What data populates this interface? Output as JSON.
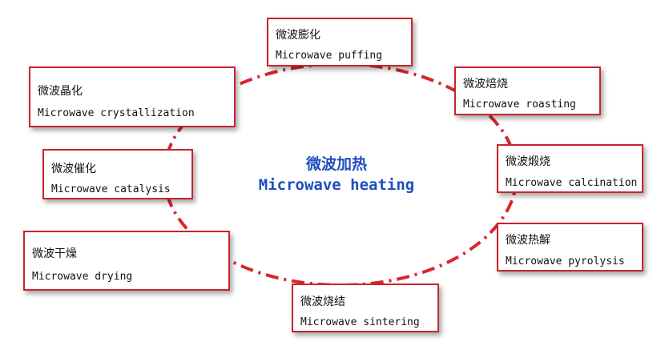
{
  "center": {
    "title_zh": "微波加热",
    "title_en": "Microwave heating"
  },
  "nodes": [
    {
      "zh": "微波膨化",
      "en": "Microwave puffing"
    },
    {
      "zh": "微波焙烧",
      "en": "Microwave roasting"
    },
    {
      "zh": "微波煅烧",
      "en": "Microwave calcination"
    },
    {
      "zh": "微波热解",
      "en": "Microwave pyrolysis"
    },
    {
      "zh": "微波烧结",
      "en": "Microwave sintering"
    },
    {
      "zh": "微波干燥",
      "en": "Microwave drying"
    },
    {
      "zh": "微波催化",
      "en": "Microwave catalysis"
    },
    {
      "zh": "微波晶化",
      "en": "Microwave crystallization"
    }
  ],
  "colors": {
    "box_border": "#c9242b",
    "ring": "#d9252d",
    "center_text": "#1f4fbf"
  }
}
